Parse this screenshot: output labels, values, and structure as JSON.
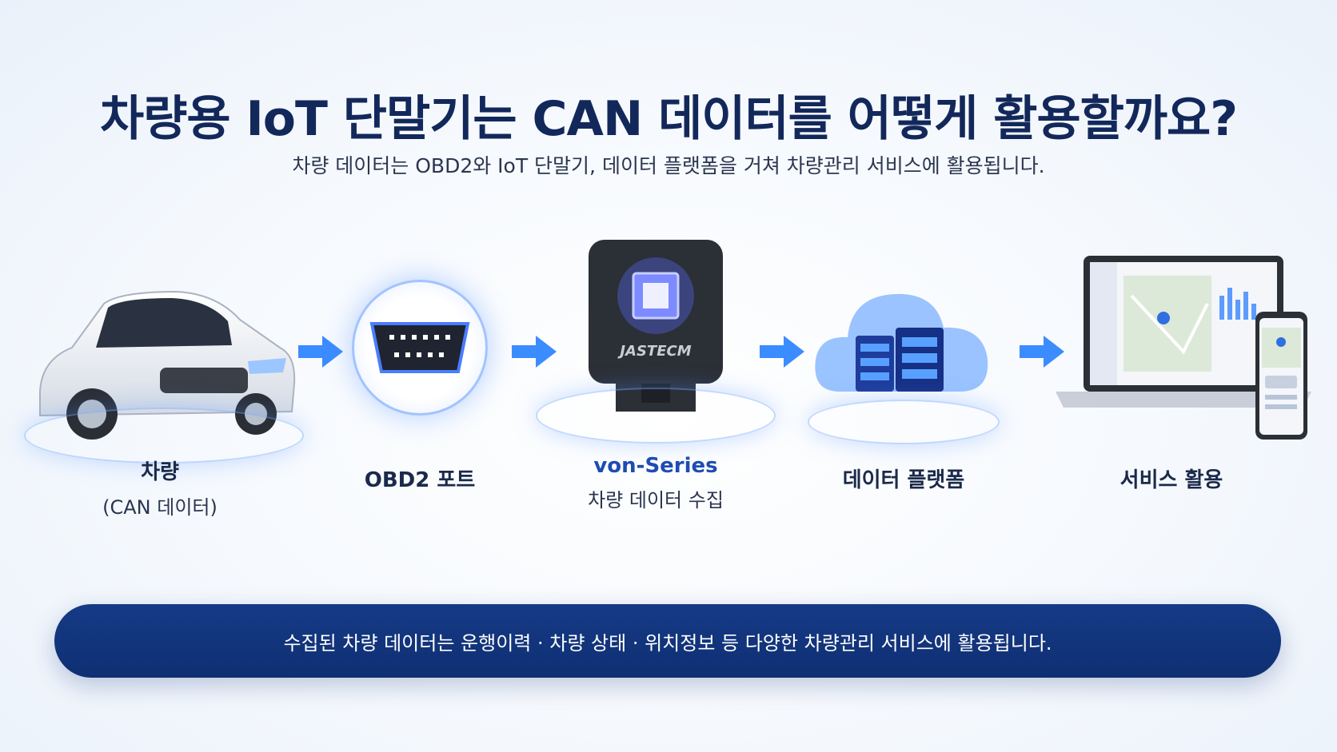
{
  "title": "차량용 IoT 단말기는 CAN 데이터를 어떻게 활용할까요?",
  "subtitle": "차량 데이터는 OBD2와 IoT 단말기, 데이터 플랫폼을 거쳐 차량관리 서비스에 활용됩니다.",
  "steps": [
    {
      "label": "차량",
      "sub": "(CAN 데이터)",
      "icon": "car-icon"
    },
    {
      "label": "OBD2 포트",
      "sub": "",
      "icon": "obd2-port-icon"
    },
    {
      "label": "von-Series",
      "sub": "차량 데이터 수집",
      "icon": "iot-device-icon"
    },
    {
      "label": "데이터 플랫폼",
      "sub": "",
      "icon": "cloud-server-icon"
    },
    {
      "label": "서비스 활용",
      "sub": "",
      "icon": "laptop-phone-icon"
    }
  ],
  "device_brand": "JASTECM",
  "footer": "수집된 차량 데이터는 운행이력 · 차량 상태 · 위치정보 등 다양한 차량관리 서비스에 활용됩니다.",
  "colors": {
    "navy": "#13285a",
    "accent": "#1e4cb3",
    "glow": "#5a8cff",
    "arrow": "#3b8cff"
  }
}
